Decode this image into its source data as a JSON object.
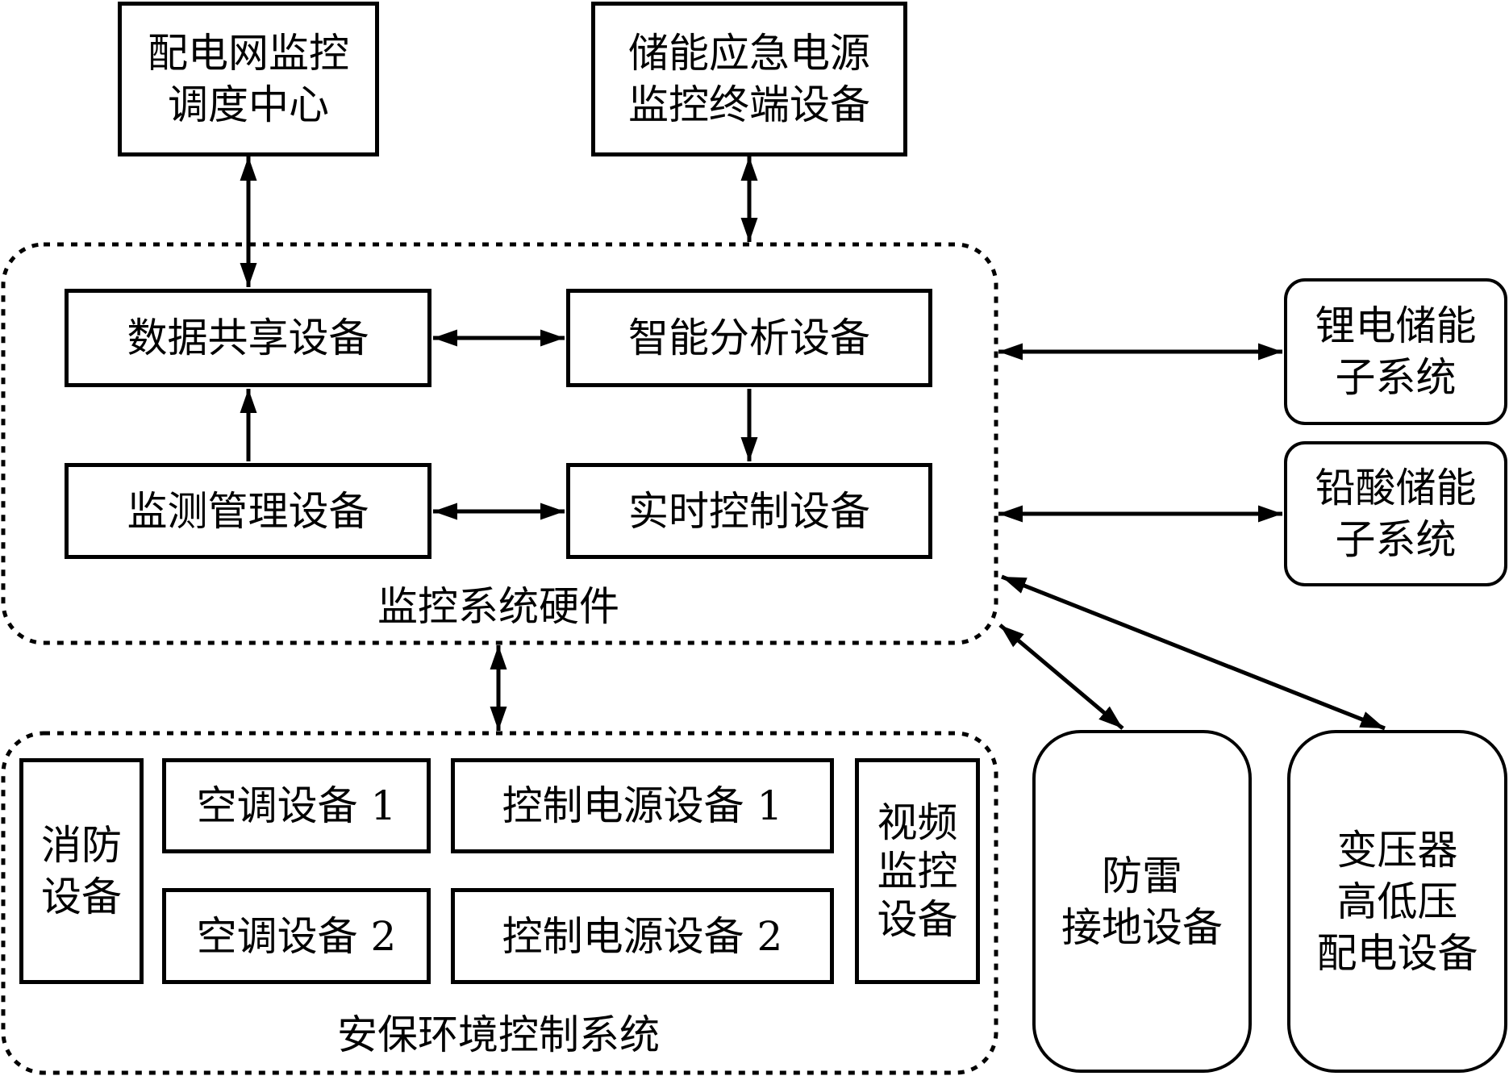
{
  "title": "储能应急电源监控系统结构图",
  "external": {
    "dispatch_center": [
      "配电网监控",
      "调度中心"
    ],
    "terminal_device": [
      "储能应急电源",
      "监控终端设备"
    ]
  },
  "monitoring_hardware": {
    "label": "监控系统硬件",
    "data_sharing": "数据共享设备",
    "intelligent_analysis": "智能分析设备",
    "monitoring_management": "监测管理设备",
    "realtime_control": "实时控制设备"
  },
  "subsystems": {
    "lithium": [
      "锂电储能",
      "子系统"
    ],
    "lead_acid": [
      "铅酸储能",
      "子系统"
    ]
  },
  "security_env": {
    "label": "安保环境控制系统",
    "fire": [
      "消防",
      "设备"
    ],
    "ac1": "空调设备 1",
    "ac2": "空调设备 2",
    "power1": "控制电源设备 1",
    "power2": "控制电源设备 2",
    "video": [
      "视频",
      "监控",
      "设备"
    ]
  },
  "field_devices": {
    "lightning": [
      "防雷",
      "接地设备"
    ],
    "transformer": [
      "变压器",
      "高低压",
      "配电设备"
    ]
  }
}
